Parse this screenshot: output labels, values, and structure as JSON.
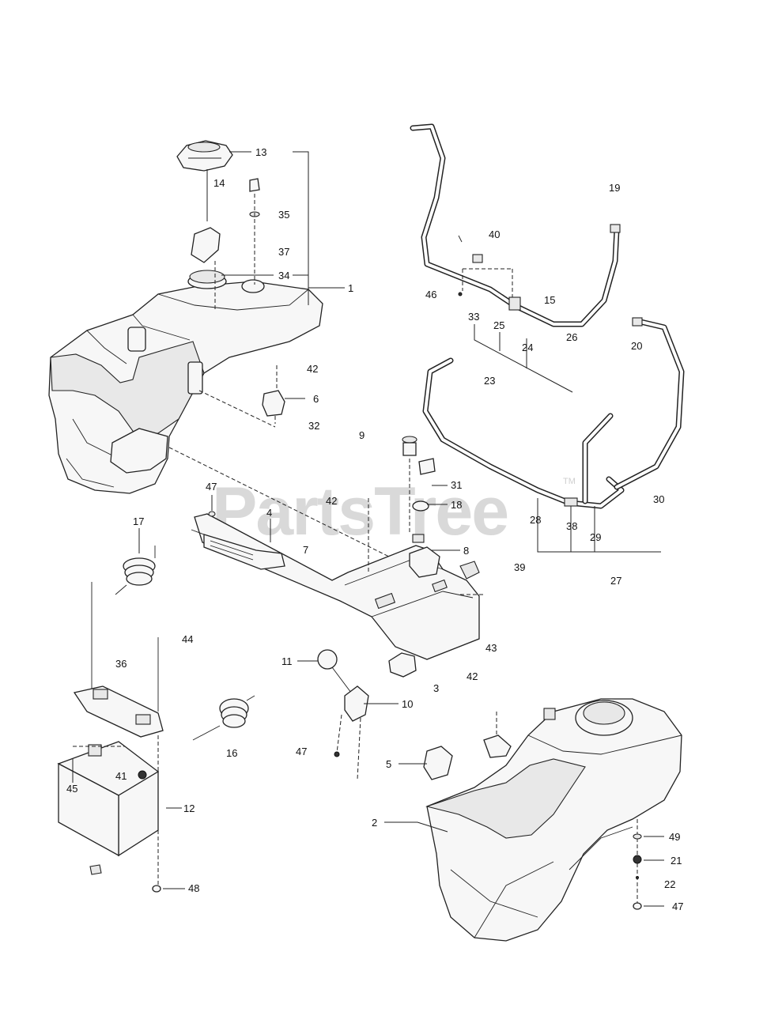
{
  "watermark": {
    "text": "PartsTree",
    "trademark": "TM"
  },
  "callouts": [
    {
      "id": "13",
      "text": "13"
    },
    {
      "id": "14",
      "text": "14"
    },
    {
      "id": "35",
      "text": "35"
    },
    {
      "id": "37",
      "text": "37"
    },
    {
      "id": "34",
      "text": "34"
    },
    {
      "id": "1",
      "text": "1"
    },
    {
      "id": "42a",
      "text": "42"
    },
    {
      "id": "6",
      "text": "6"
    },
    {
      "id": "32",
      "text": "32"
    },
    {
      "id": "9",
      "text": "9"
    },
    {
      "id": "19",
      "text": "19"
    },
    {
      "id": "40",
      "text": "40"
    },
    {
      "id": "46",
      "text": "46"
    },
    {
      "id": "15",
      "text": "15"
    },
    {
      "id": "33",
      "text": "33"
    },
    {
      "id": "25",
      "text": "25"
    },
    {
      "id": "24",
      "text": "24"
    },
    {
      "id": "26",
      "text": "26"
    },
    {
      "id": "23",
      "text": "23"
    },
    {
      "id": "20",
      "text": "20"
    },
    {
      "id": "31",
      "text": "31"
    },
    {
      "id": "18",
      "text": "18"
    },
    {
      "id": "42b",
      "text": "42"
    },
    {
      "id": "47a",
      "text": "47"
    },
    {
      "id": "17",
      "text": "17"
    },
    {
      "id": "4",
      "text": "4"
    },
    {
      "id": "7",
      "text": "7"
    },
    {
      "id": "8",
      "text": "8"
    },
    {
      "id": "30",
      "text": "30"
    },
    {
      "id": "28",
      "text": "28"
    },
    {
      "id": "38",
      "text": "38"
    },
    {
      "id": "29",
      "text": "29"
    },
    {
      "id": "39",
      "text": "39"
    },
    {
      "id": "27",
      "text": "27"
    },
    {
      "id": "44",
      "text": "44"
    },
    {
      "id": "36",
      "text": "36"
    },
    {
      "id": "43",
      "text": "43"
    },
    {
      "id": "11",
      "text": "11"
    },
    {
      "id": "42c",
      "text": "42"
    },
    {
      "id": "3",
      "text": "3"
    },
    {
      "id": "10",
      "text": "10"
    },
    {
      "id": "16",
      "text": "16"
    },
    {
      "id": "47b",
      "text": "47"
    },
    {
      "id": "5",
      "text": "5"
    },
    {
      "id": "41",
      "text": "41"
    },
    {
      "id": "45",
      "text": "45"
    },
    {
      "id": "12",
      "text": "12"
    },
    {
      "id": "2",
      "text": "2"
    },
    {
      "id": "49",
      "text": "49"
    },
    {
      "id": "21",
      "text": "21"
    },
    {
      "id": "22",
      "text": "22"
    },
    {
      "id": "47c",
      "text": "47"
    },
    {
      "id": "48",
      "text": "48"
    }
  ]
}
